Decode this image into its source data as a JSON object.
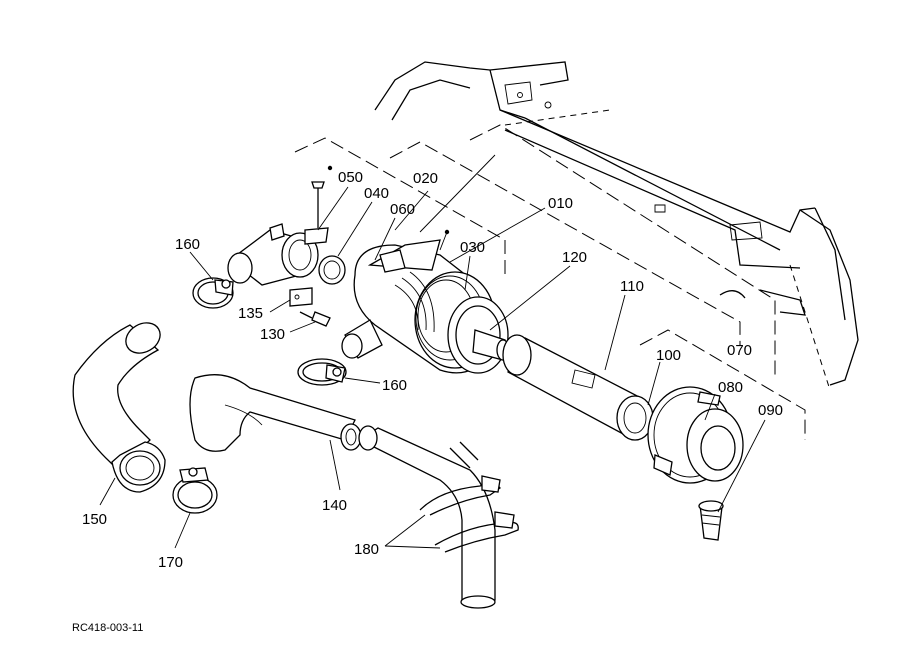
{
  "callouts": {
    "p010": "010",
    "p020": "020",
    "p030": "030",
    "p040": "040",
    "p050": "050",
    "p060": "060",
    "p070": "070",
    "p080": "080",
    "p090": "090",
    "p100": "100",
    "p110": "110",
    "p120": "120",
    "p130": "130",
    "p135": "135",
    "p140": "140",
    "p150": "150",
    "p160a": "160",
    "p160b": "160",
    "p170": "170",
    "p180": "180"
  },
  "document_id": "RC418-003-11"
}
